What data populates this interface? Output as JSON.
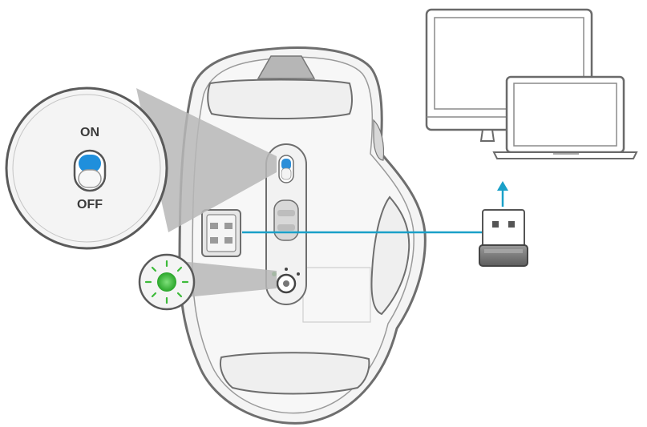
{
  "power_switch": {
    "on_label": "ON",
    "off_label": "OFF",
    "state": "on"
  },
  "status_led": {
    "color": "#3dbb3a",
    "state": "lit"
  },
  "connection": {
    "line_color": "#1aa0c8"
  },
  "icons": {
    "mouse": "wireless-mouse-underside",
    "receiver": "usb-receiver",
    "monitor": "desktop-monitor",
    "laptop": "laptop-computer"
  }
}
